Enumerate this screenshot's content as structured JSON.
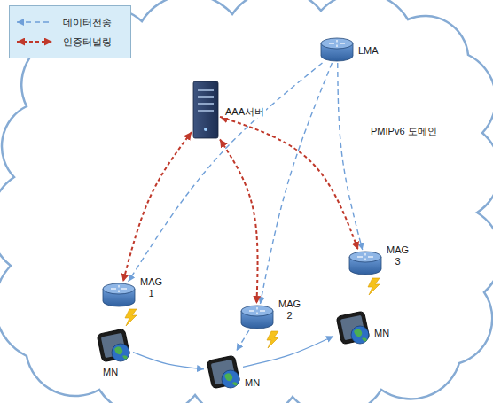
{
  "diagram": {
    "nodes": [
      {
        "text": [
          "LMA"
        ]
      },
      {
        "text": [
          "AAA서버"
        ]
      },
      {
        "text": [
          "MAG 1"
        ]
      },
      {
        "text": [
          "MAG 2"
        ]
      },
      {
        "text": [
          "MAG 3"
        ]
      },
      {
        "text": [
          "MN"
        ]
      },
      {
        "text": [
          "MN"
        ]
      },
      {
        "text": [
          "MN"
        ]
      }
    ],
    "edges": [
      {
        "from": 0,
        "to": 2,
        "arrow": "to"
      },
      {
        "from": 0,
        "to": 3,
        "arrow": "to"
      },
      {
        "from": 0,
        "to": 4,
        "arrow": "to"
      },
      {
        "from": 1,
        "to": 2,
        "arrow": "both"
      },
      {
        "from": 1,
        "to": 3,
        "arrow": "both"
      },
      {
        "from": 1,
        "to": 4,
        "arrow": "both"
      },
      {
        "from": 5,
        "to": 6,
        "arrow": "to"
      },
      {
        "from": 6,
        "to": 7,
        "arrow": "to"
      },
      {
        "from": 3,
        "to": 6,
        "arrow": "to"
      }
    ],
    "labels": [
      "PMIPv6 도메인"
    ],
    "legend": [
      {
        "text": "데이터전송"
      },
      {
        "text": "인증터널링"
      }
    ]
  }
}
